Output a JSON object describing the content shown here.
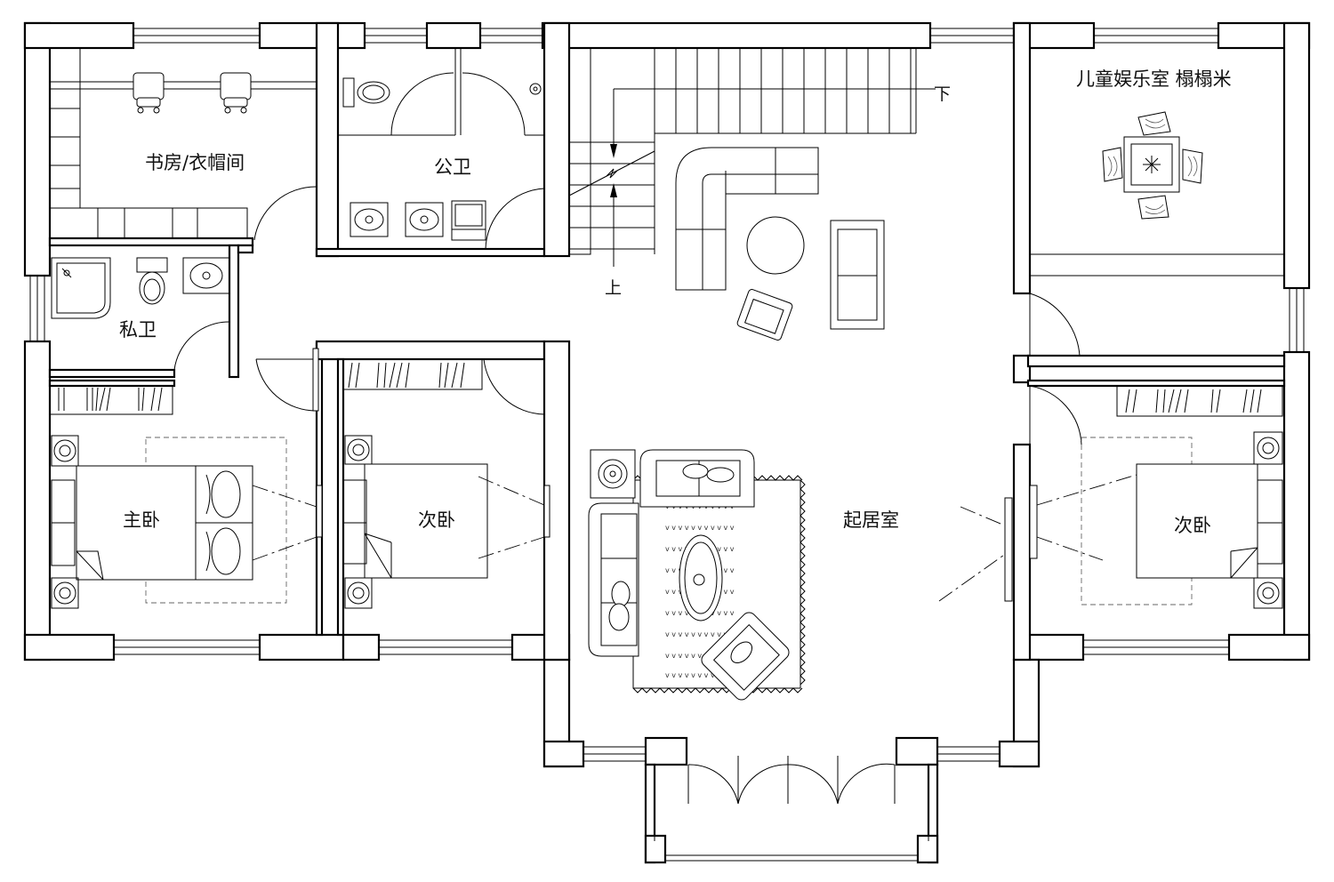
{
  "rooms": {
    "study": "书房/衣帽间",
    "public_bath": "公卫",
    "private_bath": "私卫",
    "master_bedroom": "主卧",
    "second_bedroom_left": "次卧",
    "second_bedroom_right": "次卧",
    "living_room": "起居室",
    "kids_room": "儿童娱乐室  榻榻米"
  },
  "stairs": {
    "down": "下",
    "up": "上"
  }
}
